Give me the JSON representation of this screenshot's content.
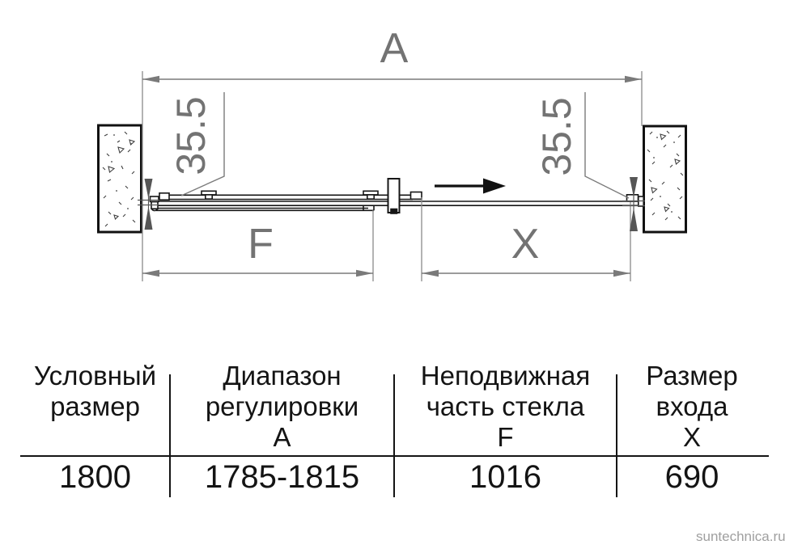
{
  "labels": {
    "total": "A",
    "fixed": "F",
    "entry": "X",
    "profile_left": "35.5",
    "profile_right": "35.5"
  },
  "diagram": {
    "type": "sliding-door-plan-section",
    "slide_direction": "right",
    "colors": {
      "drawing": "#161616",
      "dimension": "#7a7a7a",
      "table_text": "#141414",
      "watermark": "#9f9f9f"
    }
  },
  "table": {
    "columns": [
      {
        "header": [
          "Условный",
          "размер"
        ],
        "value": "1800"
      },
      {
        "header": [
          "Диапазон",
          "регулировки",
          "А"
        ],
        "value": "1785-1815"
      },
      {
        "header": [
          "Неподвижная",
          "часть стекла",
          "F"
        ],
        "value": "1016"
      },
      {
        "header": [
          "Размер",
          "входа",
          "Х"
        ],
        "value": "690"
      }
    ]
  },
  "watermark": {
    "text": "suntechnica.ru"
  }
}
